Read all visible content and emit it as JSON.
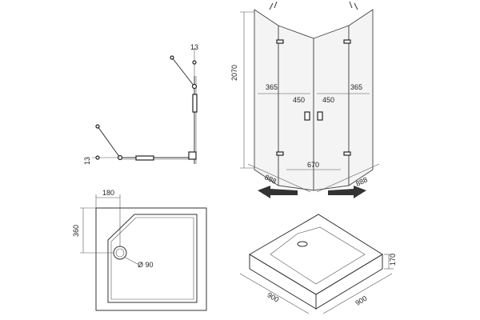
{
  "top_view": {
    "dims": {
      "top_arm": "13",
      "left_arm": "13"
    }
  },
  "iso_view": {
    "dims": {
      "height": "2070",
      "left_fixed": "365",
      "left_door": "450",
      "right_door": "450",
      "right_fixed": "365",
      "entry": "670",
      "left_depth": "888",
      "right_depth": "888"
    }
  },
  "tray_plan": {
    "dims": {
      "corner_x": "180",
      "corner_y": "360",
      "drain": "Ø 90"
    }
  },
  "tray_iso": {
    "dims": {
      "height": "170",
      "width_left": "900",
      "width_right": "900"
    }
  }
}
